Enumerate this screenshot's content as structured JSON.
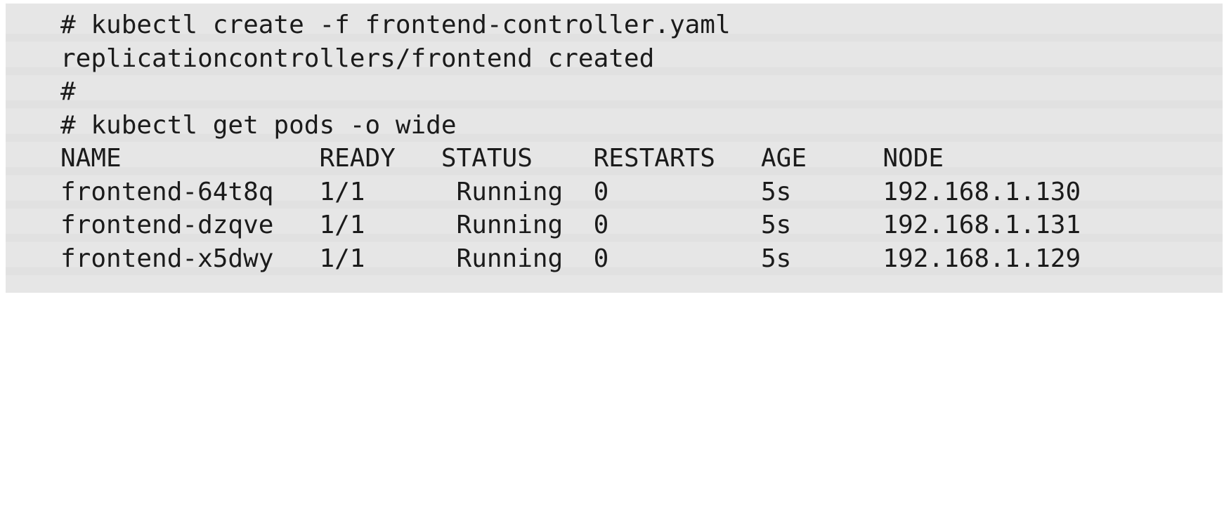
{
  "terminal": {
    "background_color": "#e4e4e4",
    "text_color": "#1b1b1b",
    "prompt_lines": [
      "# kubectl create -f frontend-controller.yaml",
      "replicationcontrollers/frontend created",
      "#",
      "# kubectl get pods -o wide"
    ],
    "pods_table": {
      "columns": [
        "NAME",
        "READY",
        "STATUS",
        "RESTARTS",
        "AGE",
        "NODE"
      ],
      "rows": [
        [
          "frontend-64t8q",
          "1/1",
          "Running",
          "0",
          "5s",
          "192.168.1.130"
        ],
        [
          "frontend-dzqve",
          "1/1",
          "Running",
          "0",
          "5s",
          "192.168.1.131"
        ],
        [
          "frontend-x5dwy",
          "1/1",
          "Running",
          "0",
          "5s",
          "192.168.1.129"
        ]
      ]
    }
  }
}
